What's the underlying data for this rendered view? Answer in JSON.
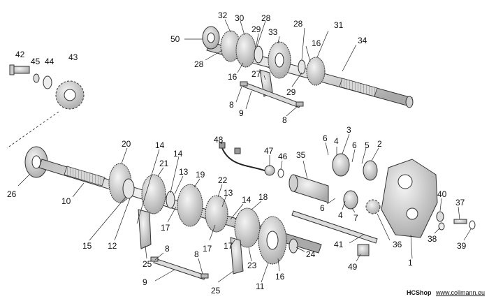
{
  "credit": {
    "shop": "HCShop",
    "url": "www.collmann.eu"
  },
  "callouts": [
    {
      "id": "c32",
      "label": "32"
    },
    {
      "id": "c30",
      "label": "30"
    },
    {
      "id": "c28a",
      "label": "28"
    },
    {
      "id": "c29a",
      "label": "29"
    },
    {
      "id": "c33",
      "label": "33"
    },
    {
      "id": "c50",
      "label": "50"
    },
    {
      "id": "c28b",
      "label": "28"
    },
    {
      "id": "c16a",
      "label": "16"
    },
    {
      "id": "c28c",
      "label": "28"
    },
    {
      "id": "c31",
      "label": "31"
    },
    {
      "id": "c16b",
      "label": "16"
    },
    {
      "id": "c34",
      "label": "34"
    },
    {
      "id": "c27",
      "label": "27"
    },
    {
      "id": "c29b",
      "label": "29"
    },
    {
      "id": "c8a",
      "label": "8"
    },
    {
      "id": "c9a",
      "label": "9"
    },
    {
      "id": "c8b",
      "label": "8"
    },
    {
      "id": "c42",
      "label": "42"
    },
    {
      "id": "c45",
      "label": "45"
    },
    {
      "id": "c44",
      "label": "44"
    },
    {
      "id": "c43",
      "label": "43"
    },
    {
      "id": "c20",
      "label": "20"
    },
    {
      "id": "c14a",
      "label": "14"
    },
    {
      "id": "c14b",
      "label": "14"
    },
    {
      "id": "c21",
      "label": "21"
    },
    {
      "id": "c13a",
      "label": "13"
    },
    {
      "id": "c19",
      "label": "19"
    },
    {
      "id": "c22",
      "label": "22"
    },
    {
      "id": "c13b",
      "label": "13"
    },
    {
      "id": "c14c",
      "label": "14"
    },
    {
      "id": "c18",
      "label": "18"
    },
    {
      "id": "c26",
      "label": "26"
    },
    {
      "id": "c10",
      "label": "10"
    },
    {
      "id": "c15",
      "label": "15"
    },
    {
      "id": "c12",
      "label": "12"
    },
    {
      "id": "c17a",
      "label": "17"
    },
    {
      "id": "c17b",
      "label": "17"
    },
    {
      "id": "c25a",
      "label": "25"
    },
    {
      "id": "c8c",
      "label": "8"
    },
    {
      "id": "c9b",
      "label": "9"
    },
    {
      "id": "c8d",
      "label": "8"
    },
    {
      "id": "c25b",
      "label": "25"
    },
    {
      "id": "c17c",
      "label": "17"
    },
    {
      "id": "c23",
      "label": "23"
    },
    {
      "id": "c11",
      "label": "11"
    },
    {
      "id": "c16c",
      "label": "16"
    },
    {
      "id": "c24",
      "label": "24"
    },
    {
      "id": "c48",
      "label": "48"
    },
    {
      "id": "c47",
      "label": "47"
    },
    {
      "id": "c46",
      "label": "46"
    },
    {
      "id": "c35",
      "label": "35"
    },
    {
      "id": "c6a",
      "label": "6"
    },
    {
      "id": "c4a",
      "label": "4"
    },
    {
      "id": "c3",
      "label": "3"
    },
    {
      "id": "c6b",
      "label": "6"
    },
    {
      "id": "c5",
      "label": "5"
    },
    {
      "id": "c2",
      "label": "2"
    },
    {
      "id": "c6c",
      "label": "6"
    },
    {
      "id": "c4b",
      "label": "4"
    },
    {
      "id": "c7",
      "label": "7"
    },
    {
      "id": "c41",
      "label": "41"
    },
    {
      "id": "c36",
      "label": "36"
    },
    {
      "id": "c1",
      "label": "1"
    },
    {
      "id": "c49",
      "label": "49"
    },
    {
      "id": "c40",
      "label": "40"
    },
    {
      "id": "c37",
      "label": "37"
    },
    {
      "id": "c38",
      "label": "38"
    },
    {
      "id": "c39",
      "label": "39"
    }
  ]
}
